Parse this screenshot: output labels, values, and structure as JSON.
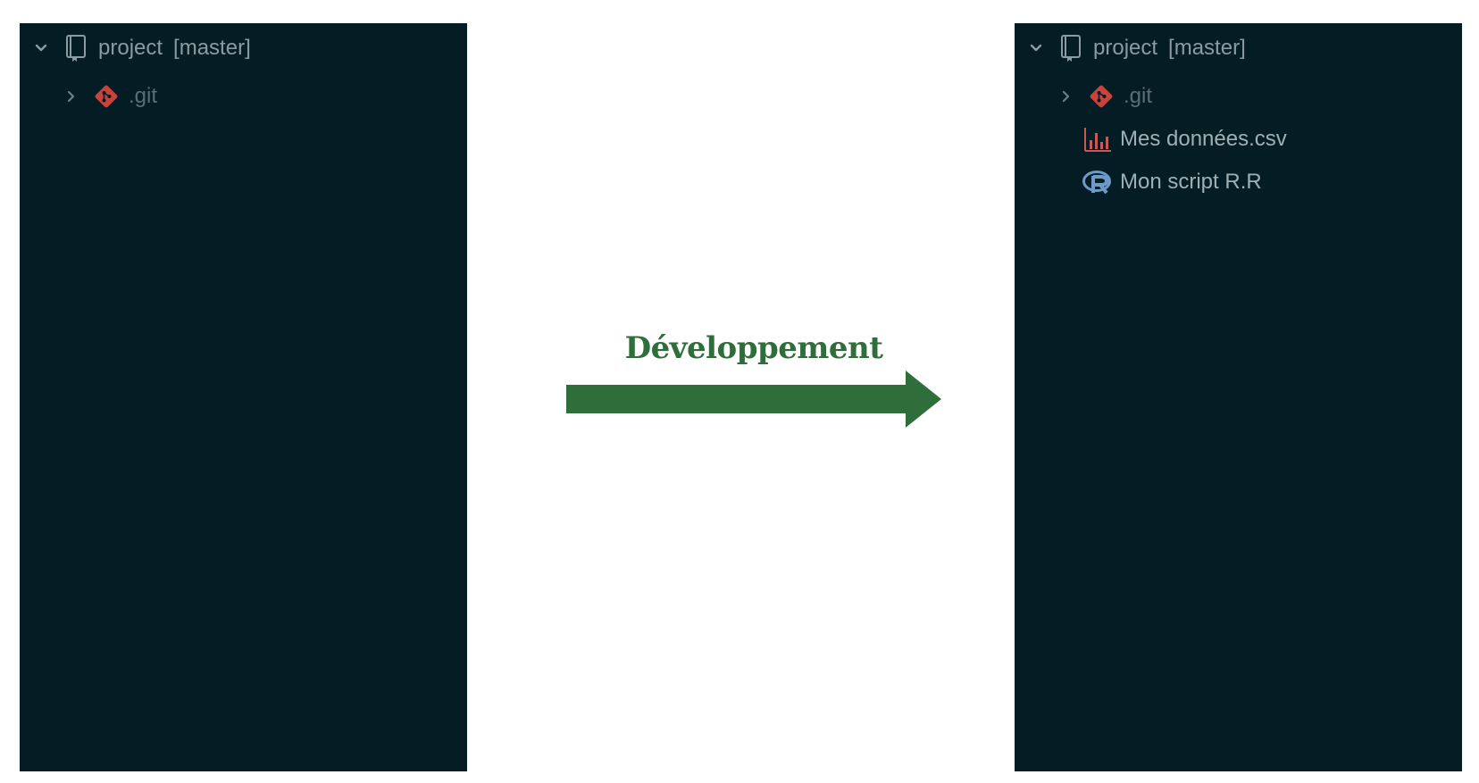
{
  "left_panel": {
    "root": {
      "name": "project",
      "branch": "[master]"
    },
    "items": [
      {
        "name": ".git",
        "icon": "git-icon"
      }
    ]
  },
  "right_panel": {
    "root": {
      "name": "project",
      "branch": "[master]"
    },
    "items": [
      {
        "name": ".git",
        "icon": "git-icon"
      },
      {
        "name": "Mes données.csv",
        "icon": "chart-icon"
      },
      {
        "name": "Mon script R.R",
        "icon": "r-icon"
      }
    ]
  },
  "arrow": {
    "label": "Développement",
    "color": "#2f6e3a"
  },
  "colors": {
    "panel_bg": "#041d24",
    "git_red": "#c9433c",
    "csv_red": "#c65a5a",
    "r_blue": "#6c9bc9"
  }
}
